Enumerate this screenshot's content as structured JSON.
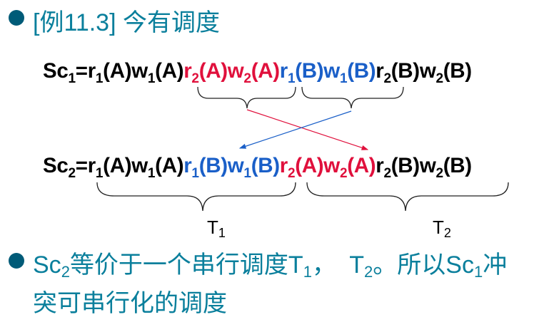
{
  "title": {
    "text": "[例11.3] 今有调度"
  },
  "sc1": {
    "name": "Sc",
    "name_sub": "1",
    "eq": "=",
    "ops": [
      {
        "op": "r",
        "sub": "1",
        "obj": "(A)",
        "color": "black"
      },
      {
        "op": "w",
        "sub": "1",
        "obj": "(A)",
        "color": "black"
      },
      {
        "op": "r",
        "sub": "2",
        "obj": "(A)",
        "color": "red"
      },
      {
        "op": "w",
        "sub": "2",
        "obj": "(A)",
        "color": "red"
      },
      {
        "op": "r",
        "sub": "1",
        "obj": "(B)",
        "color": "blue"
      },
      {
        "op": "w",
        "sub": "1",
        "obj": "(B)",
        "color": "blue"
      },
      {
        "op": "r",
        "sub": "2",
        "obj": "(B)",
        "color": "black"
      },
      {
        "op": "w",
        "sub": "2",
        "obj": "(B)",
        "color": "black"
      }
    ]
  },
  "sc2": {
    "name": "Sc",
    "name_sub": "2",
    "eq": "=",
    "ops": [
      {
        "op": "r",
        "sub": "1",
        "obj": "(A)",
        "color": "black"
      },
      {
        "op": "w",
        "sub": "1",
        "obj": "(A)",
        "color": "black"
      },
      {
        "op": "r",
        "sub": "1",
        "obj": "(B)",
        "color": "blue"
      },
      {
        "op": "w",
        "sub": "1",
        "obj": "(B)",
        "color": "blue"
      },
      {
        "op": "r",
        "sub": "2",
        "obj": "(A)",
        "color": "red"
      },
      {
        "op": "w",
        "sub": "2",
        "obj": "(A)",
        "color": "red"
      },
      {
        "op": "r",
        "sub": "2",
        "obj": "(B)",
        "color": "black"
      },
      {
        "op": "w",
        "sub": "2",
        "obj": "(B)",
        "color": "black"
      }
    ]
  },
  "t1": {
    "name": "T",
    "sub": "1"
  },
  "t2": {
    "name": "T",
    "sub": "2"
  },
  "conclusion": {
    "sc": "Sc",
    "sc_sub": "2",
    "part1": "等价于一个串行调度T",
    "t1_sub": "1",
    "part2": "，  T",
    "t2_sub": "2",
    "part3": "。所以Sc",
    "sc1_sub": "1",
    "part4": "冲",
    "line2": "突可串行化的调度"
  },
  "colors": {
    "red": "#e0103c",
    "blue": "#1a5fc8",
    "teal": "#0a7f9c",
    "bullet": "#005b78"
  }
}
